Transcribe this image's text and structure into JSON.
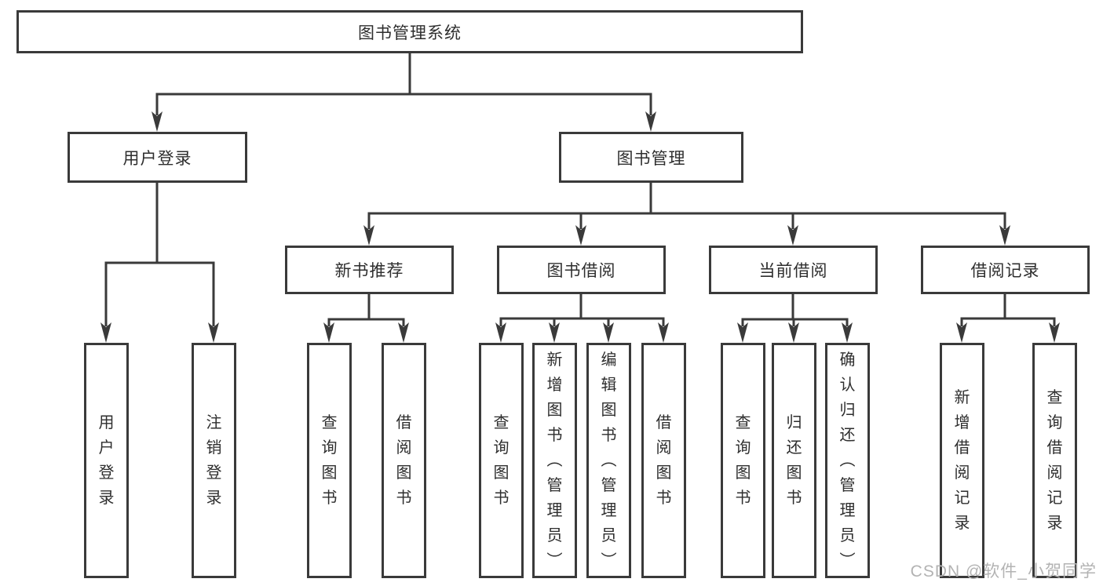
{
  "tree": {
    "label": "图书管理系统",
    "children": [
      {
        "label": "用户登录",
        "children": [
          {
            "label": "用户登录"
          },
          {
            "label": "注销登录"
          }
        ]
      },
      {
        "label": "图书管理",
        "children": [
          {
            "label": "新书推荐",
            "children": [
              {
                "label": "查询图书"
              },
              {
                "label": "借阅图书"
              }
            ]
          },
          {
            "label": "图书借阅",
            "children": [
              {
                "label": "查询图书"
              },
              {
                "label": "新增图书（管理员）"
              },
              {
                "label": "编辑图书（管理员）"
              },
              {
                "label": "借阅图书"
              }
            ]
          },
          {
            "label": "当前借阅",
            "children": [
              {
                "label": "查询图书"
              },
              {
                "label": "归还图书"
              },
              {
                "label": "确认归还（管理员）"
              }
            ]
          },
          {
            "label": "借阅记录",
            "children": [
              {
                "label": "新增借阅记录"
              },
              {
                "label": "查询借阅记录"
              }
            ]
          }
        ]
      }
    ]
  },
  "watermark": {
    "text": "CSDN @软件_小贺同学"
  },
  "colors": {
    "line": "#3a3a3a",
    "text": "#2e2e2e",
    "watermark": "#b3b3b3",
    "background": "#ffffff"
  }
}
